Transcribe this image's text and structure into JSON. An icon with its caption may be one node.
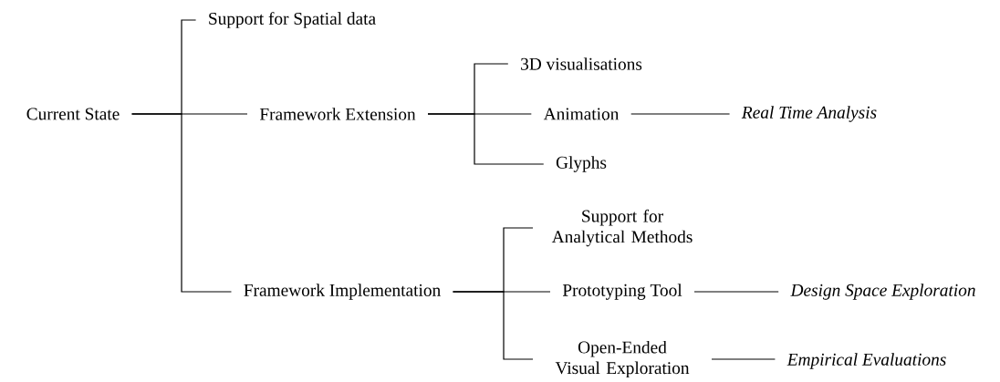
{
  "diagram": {
    "nodes": [
      {
        "text": [
          "Current State"
        ]
      },
      {
        "text": [
          "Support for Spatial data"
        ]
      },
      {
        "text": [
          "Framework Extension"
        ]
      },
      {
        "text": [
          "Framework Implementation"
        ]
      },
      {
        "text": [
          "3D visualisations"
        ]
      },
      {
        "text": [
          "Animation"
        ]
      },
      {
        "text": [
          "Glyphs"
        ]
      },
      {
        "text": [
          "Real Time Analysis"
        ]
      },
      {
        "text": [
          "Support for Analytical Methods"
        ]
      },
      {
        "text": [
          "Prototyping Tool"
        ]
      },
      {
        "text": [
          "Open-Ended Visual Exploration"
        ]
      },
      {
        "text": [
          "Design Space Exploration"
        ]
      },
      {
        "text": [
          "Empirical Evaluations"
        ]
      }
    ],
    "edges": [
      {
        "from": 0,
        "to": 1,
        "arrow": "none"
      },
      {
        "from": 0,
        "to": 2,
        "arrow": "none"
      },
      {
        "from": 0,
        "to": 3,
        "arrow": "none"
      },
      {
        "from": 2,
        "to": 4,
        "arrow": "none"
      },
      {
        "from": 2,
        "to": 5,
        "arrow": "none"
      },
      {
        "from": 2,
        "to": 6,
        "arrow": "none"
      },
      {
        "from": 5,
        "to": 7,
        "arrow": "none"
      },
      {
        "from": 3,
        "to": 8,
        "arrow": "none"
      },
      {
        "from": 3,
        "to": 9,
        "arrow": "none"
      },
      {
        "from": 3,
        "to": 10,
        "arrow": "none"
      },
      {
        "from": 9,
        "to": 11,
        "arrow": "none"
      },
      {
        "from": 10,
        "to": 12,
        "arrow": "none"
      }
    ]
  }
}
